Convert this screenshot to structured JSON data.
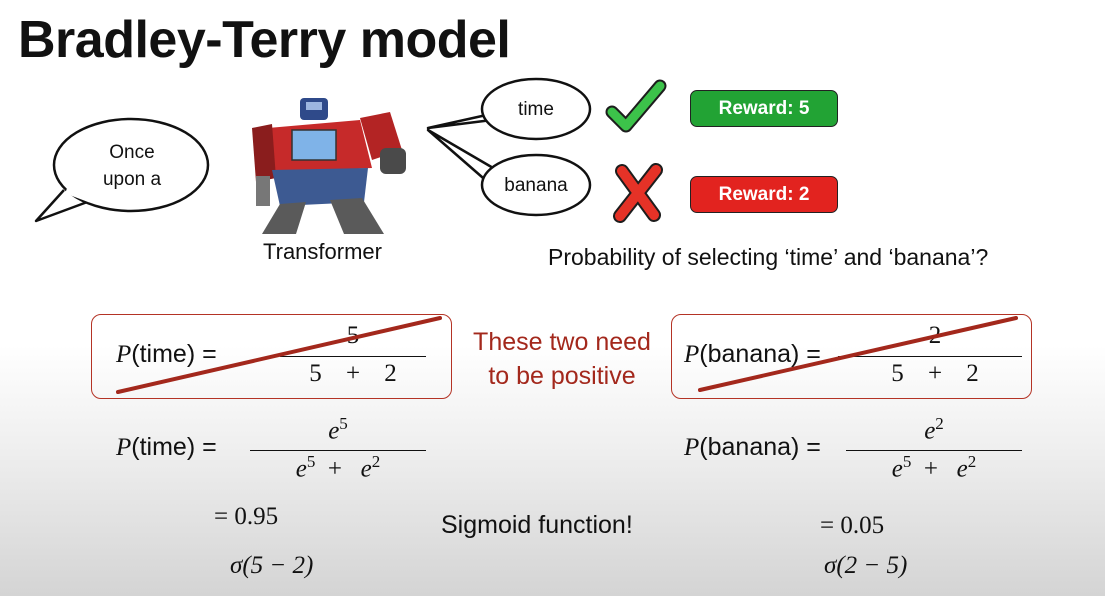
{
  "title": "Bradley-Terry model",
  "prompt_bubble": {
    "line1": "Once",
    "line2": "upon a"
  },
  "model_label": "Transformer",
  "candidates": [
    {
      "word": "time",
      "mark": "check-icon",
      "reward_label": "Reward: 5",
      "color": "#22a334"
    },
    {
      "word": "banana",
      "mark": "cross-icon",
      "reward_label": "Reward: 2",
      "color": "#e2231f"
    }
  ],
  "question": "Probability of selecting ‘time’ and ‘banana’?",
  "note": {
    "line1": "These two need",
    "line2": "to be positive"
  },
  "sigmoid_note": "Sigmoid function!",
  "left": {
    "crossed_lhs": "(time) =",
    "crossed_num": "5",
    "crossed_den": "5 + 2",
    "lhs": "(time) =",
    "num_exp": "5",
    "den_exp1": "5",
    "den_exp2": "2",
    "result": "= 0.95",
    "sigmoid": "σ(5 − 2)"
  },
  "right": {
    "crossed_lhs": "(banana) =",
    "crossed_num": "2",
    "crossed_den": "5 + 2",
    "lhs": "(banana) =",
    "num_exp": "2",
    "den_exp1": "5",
    "den_exp2": "2",
    "result": "= 0.05",
    "sigmoid": "σ(2 − 5)"
  },
  "colors": {
    "accent_red": "#a3281c",
    "frame_red": "#b43325",
    "green": "#22a334",
    "red": "#e2231f"
  }
}
